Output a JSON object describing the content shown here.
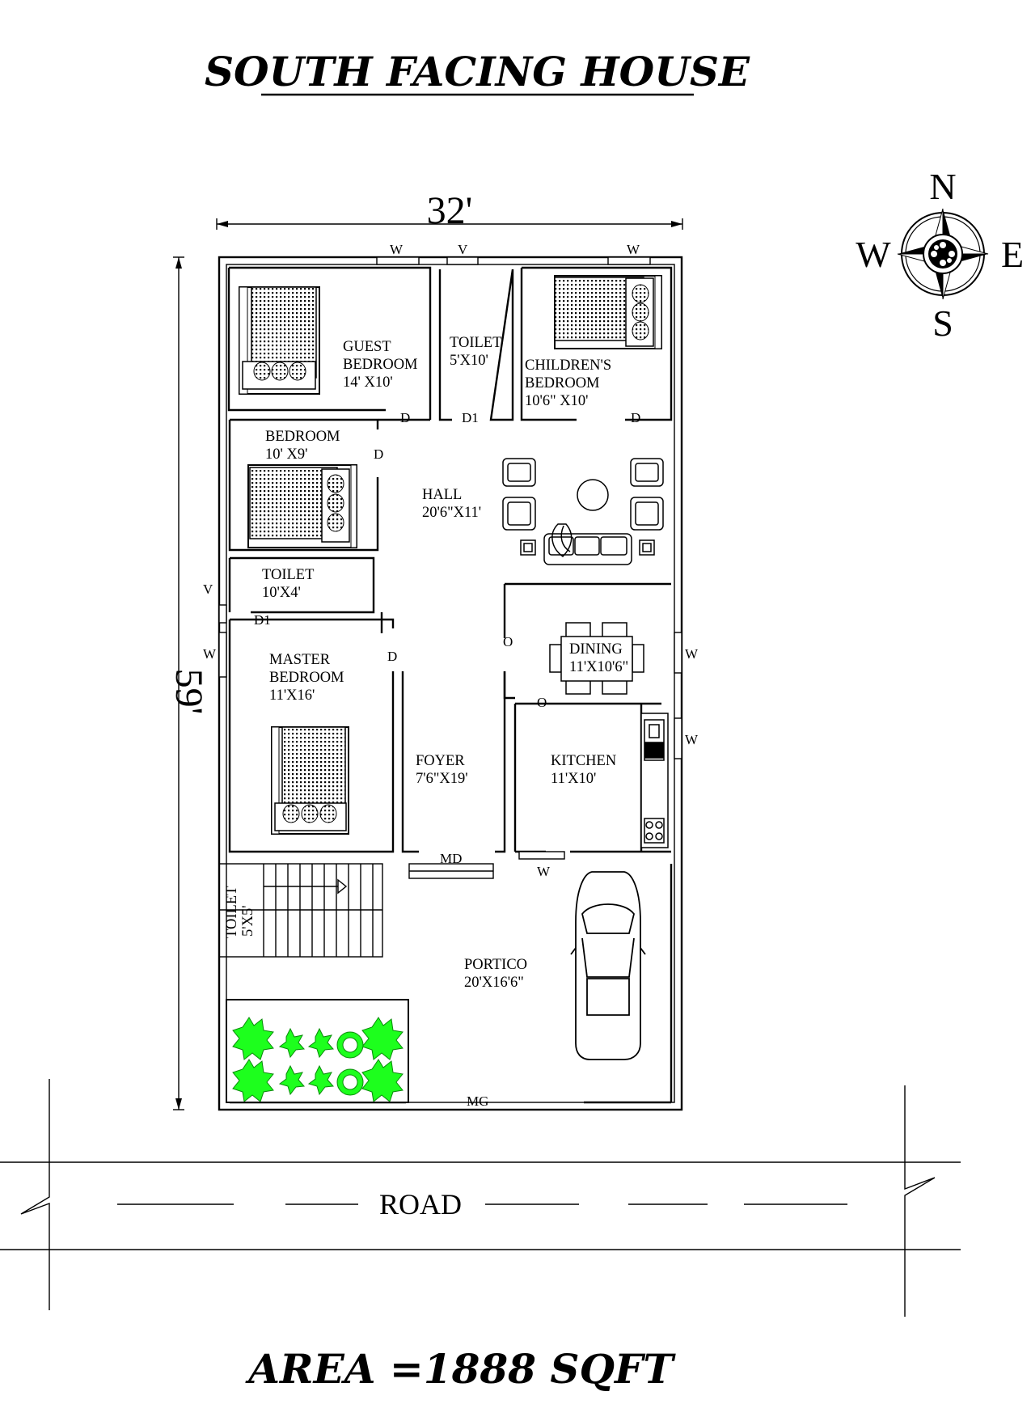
{
  "title": "SOUTH FACING HOUSE",
  "plot": {
    "width_label": "32'",
    "depth_label": "59'"
  },
  "compass": {
    "north": "N",
    "south": "S",
    "east": "E",
    "west": "W"
  },
  "rooms": {
    "guest_bedroom": {
      "name_line1": "GUEST",
      "name_line2": "BEDROOM",
      "size": "14' X10'"
    },
    "toilet_top": {
      "name": "TOILET",
      "size": "5'X10'"
    },
    "childrens_bedroom": {
      "name_line1": "CHILDREN'S",
      "name_line2": "BEDROOM",
      "size": "10'6\" X10'"
    },
    "bedroom": {
      "name": "BEDROOM",
      "size": "10' X9'"
    },
    "hall": {
      "name": "HALL",
      "size": "20'6\"X11'"
    },
    "toilet_mid": {
      "name": "TOILET",
      "size": "10'X4'"
    },
    "master_bedroom": {
      "name_line1": "MASTER",
      "name_line2": "BEDROOM",
      "size": "11'X16'"
    },
    "dining": {
      "name": "DINING",
      "size": "11'X10'6\""
    },
    "foyer": {
      "name": "FOYER",
      "size": "7'6\"X19'"
    },
    "kitchen": {
      "name": "KITCHEN",
      "size": "11'X10'"
    },
    "toilet_stair": {
      "name": "TOILET",
      "size": "5'X5'"
    },
    "portico": {
      "name": "PORTICO",
      "size": "20'X16'6\""
    }
  },
  "tags": {
    "window": "W",
    "ventilator": "V",
    "door": "D",
    "door1": "D1",
    "opening": "O",
    "main_door": "MD",
    "main_gate": "MG"
  },
  "road": "ROAD",
  "area": "AREA =1888 SQFT"
}
